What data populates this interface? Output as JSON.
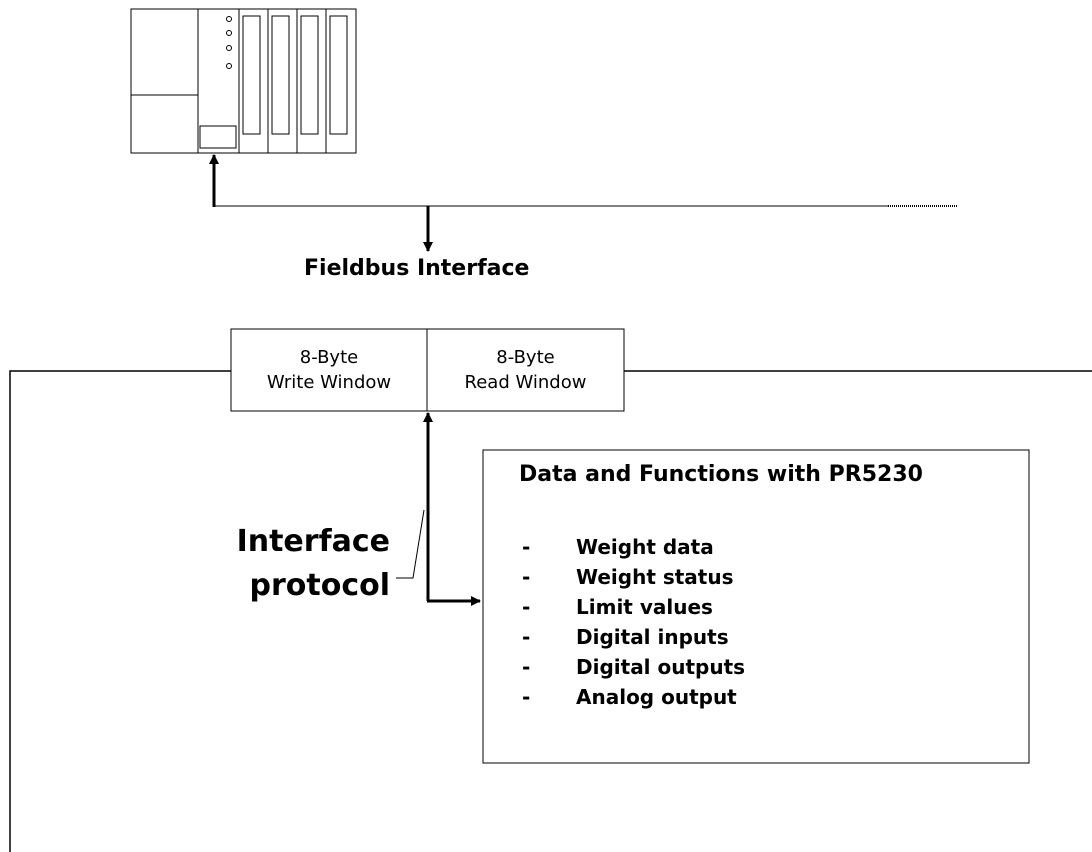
{
  "fieldbus_label": "Fieldbus Interface",
  "write_window": {
    "line1": "8-Byte",
    "line2": "Write Window"
  },
  "read_window": {
    "line1": "8-Byte",
    "line2": "Read Window"
  },
  "protocol_label": {
    "line1": "Interface",
    "line2": "protocol"
  },
  "function_box": {
    "title": "Data and Functions with PR5230",
    "bullet": "-",
    "items": [
      "Weight data",
      "Weight status",
      "Limit values",
      "Digital inputs",
      "Digital outputs",
      "Analog output"
    ]
  }
}
